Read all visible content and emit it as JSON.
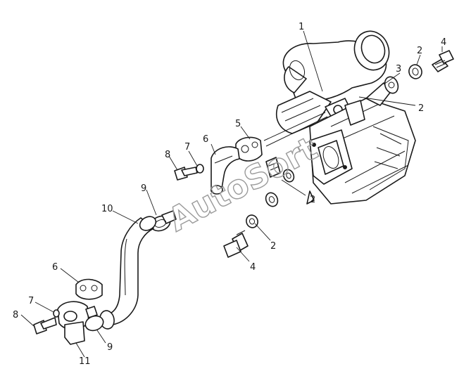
{
  "diagram": {
    "watermark": "AutoSort",
    "callouts": {
      "c1": "1",
      "c2a": "2",
      "c2b": "2",
      "c2c": "2",
      "c2d": "2",
      "c3": "3",
      "c4a": "4",
      "c4b": "4",
      "c5": "5",
      "c6a": "6",
      "c6b": "6",
      "c7a": "7",
      "c7b": "7",
      "c8a": "8",
      "c8b": "8",
      "c9a": "9",
      "c9b": "9",
      "c10": "10",
      "c11": "11"
    }
  }
}
